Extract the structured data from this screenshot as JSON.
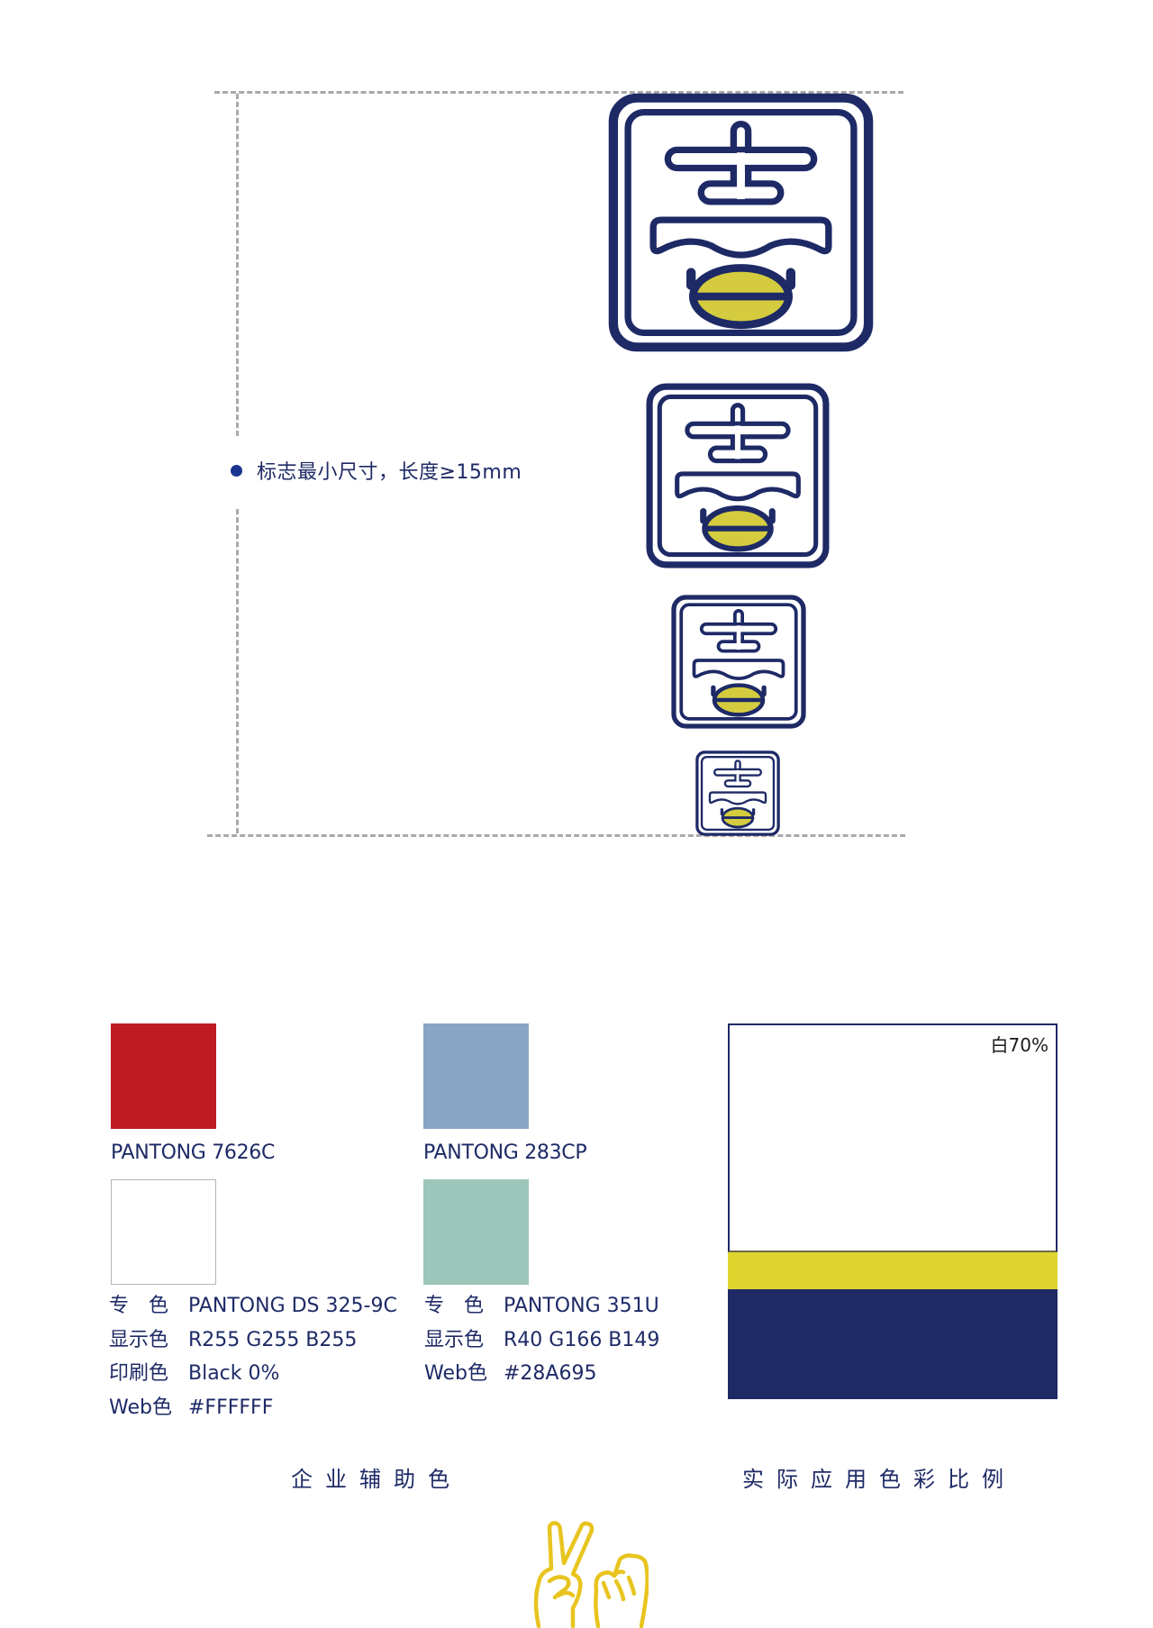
{
  "minimum_size": {
    "label": "标志最小尺寸，长度≥15mm",
    "logo_sizes": [
      "large",
      "medium",
      "small",
      "minimum"
    ]
  },
  "colors": {
    "navy": "#1E2A66",
    "yellow": "#DFD52F",
    "guide_gray": "#A9A9A9"
  },
  "auxiliary_colors": {
    "caption": "企业辅助色",
    "swatches": [
      {
        "name": "PANTONG 7626C",
        "color": "#BE1B22"
      },
      {
        "name": "PANTONG 283CP",
        "color": "#8AA4C4"
      },
      {
        "color": "#FFFFFF",
        "specs": [
          {
            "key": "专　色",
            "value": "PANTONG DS 325-9C"
          },
          {
            "key": "显示色",
            "value": "R255  G255  B255"
          },
          {
            "key": "印刷色",
            "value": "Black 0%"
          },
          {
            "key": "Web色",
            "value": "#FFFFFF"
          }
        ]
      },
      {
        "color": "#9CC6BA",
        "specs": [
          {
            "key": "专　色",
            "value": "PANTONG 351U"
          },
          {
            "key": "显示色",
            "value": "R40  G166  B149"
          },
          {
            "key": "Web色",
            "value": "#28A695"
          }
        ]
      }
    ]
  },
  "color_ratio": {
    "caption": "实际应用色彩比例",
    "white_label": "白70%",
    "segments": [
      {
        "name": "white",
        "color": "#FFFFFF",
        "percent": 70
      },
      {
        "name": "yellow",
        "color": "#DFD52F"
      },
      {
        "name": "navy",
        "color": "#1E2A66"
      }
    ]
  }
}
